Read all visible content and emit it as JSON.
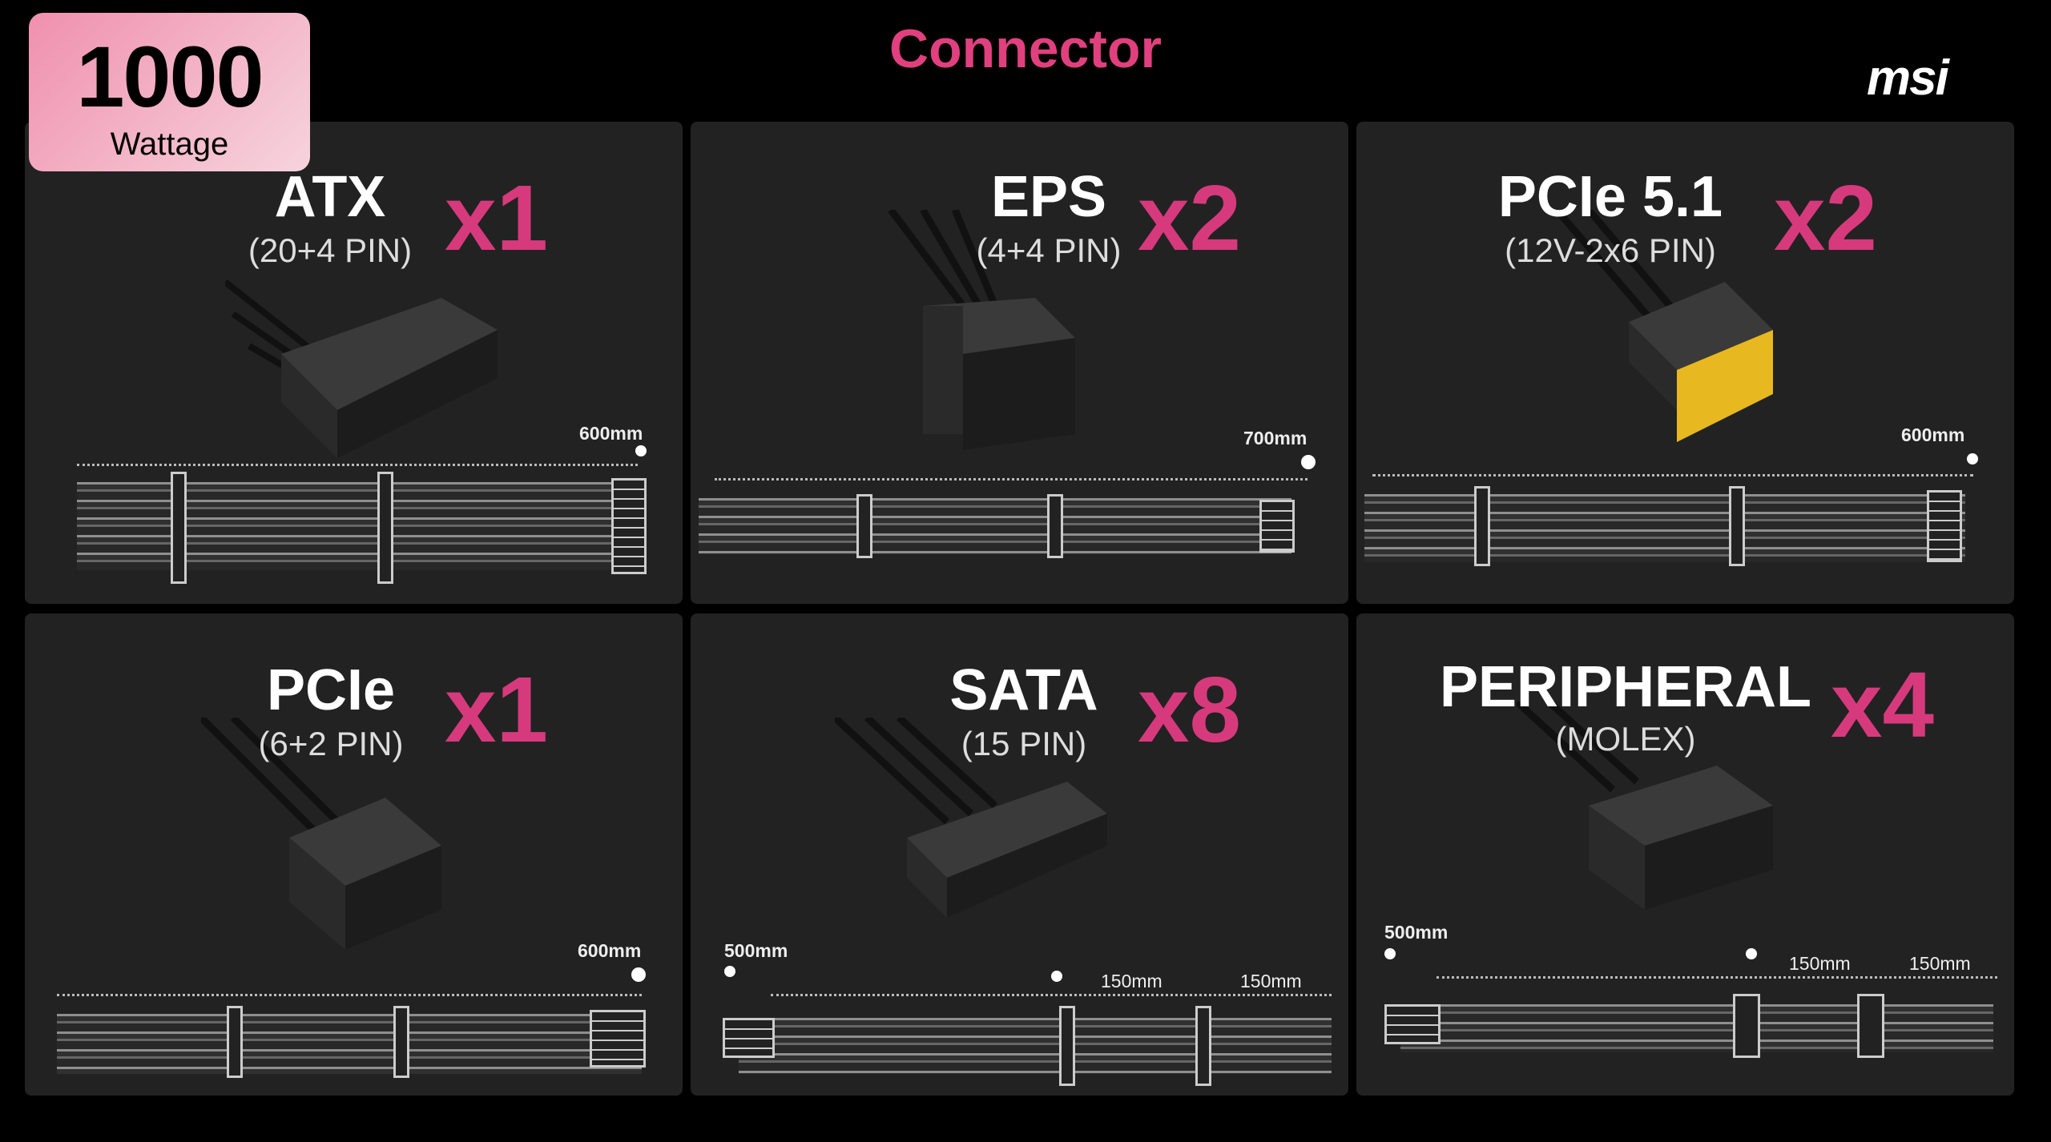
{
  "header": {
    "title": "Connector",
    "logo": "msi",
    "wattage": "1000",
    "wattage_label": "Wattage"
  },
  "panels": [
    {
      "name": "ATX",
      "pins": "(20+4 PIN)",
      "count": "x1",
      "lengths": [
        "600mm"
      ]
    },
    {
      "name": "EPS",
      "pins": "(4+4 PIN)",
      "count": "x2",
      "lengths": [
        "700mm"
      ]
    },
    {
      "name": "PCIe 5.1",
      "pins": "(12V-2x6 PIN)",
      "count": "x2",
      "lengths": [
        "600mm"
      ]
    },
    {
      "name": "PCIe",
      "pins": "(6+2 PIN)",
      "count": "x1",
      "lengths": [
        "600mm"
      ]
    },
    {
      "name": "SATA",
      "pins": "(15 PIN)",
      "count": "x8",
      "lengths": [
        "500mm",
        "150mm",
        "150mm"
      ]
    },
    {
      "name": "PERIPHERAL",
      "pins": "(MOLEX)",
      "count": "x4",
      "lengths": [
        "500mm",
        "150mm",
        "150mm"
      ]
    }
  ],
  "colors": {
    "accent": "#d63a7c",
    "panel": "#222222",
    "connector_yellow": "#e8b820"
  }
}
